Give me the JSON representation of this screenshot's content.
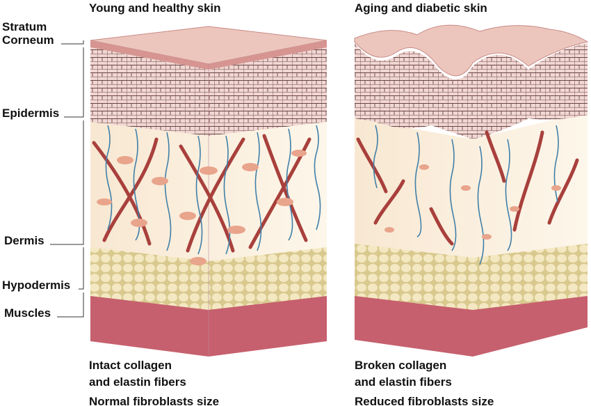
{
  "titles": {
    "left": "Young and healthy skin",
    "right": "Aging and diabetic skin"
  },
  "layers": {
    "stratum_corneum": "Stratum\nCorneum",
    "stratum_line1": "Stratum",
    "stratum_line2": "Corneum",
    "epidermis": "Epidermis",
    "dermis": "Dermis",
    "hypodermis": "Hypodermis",
    "muscles": "Muscles"
  },
  "captions": {
    "left": {
      "fibers_line1": "Intact collagen",
      "fibers_line2": "and elastin fibers",
      "fibroblasts": "Normal fibroblasts size"
    },
    "right": {
      "fibers_line1": "Broken collagen",
      "fibers_line2": "and elastin fibers",
      "fibroblasts": "Reduced fibroblasts size"
    }
  },
  "colors": {
    "epidermis": "#e8c4c0",
    "dermis": "#fbeedd",
    "hypodermis": "#eee2b8",
    "muscle": "#c6606e",
    "collagen": "#a8403c",
    "elastin": "#3f7fa8"
  }
}
